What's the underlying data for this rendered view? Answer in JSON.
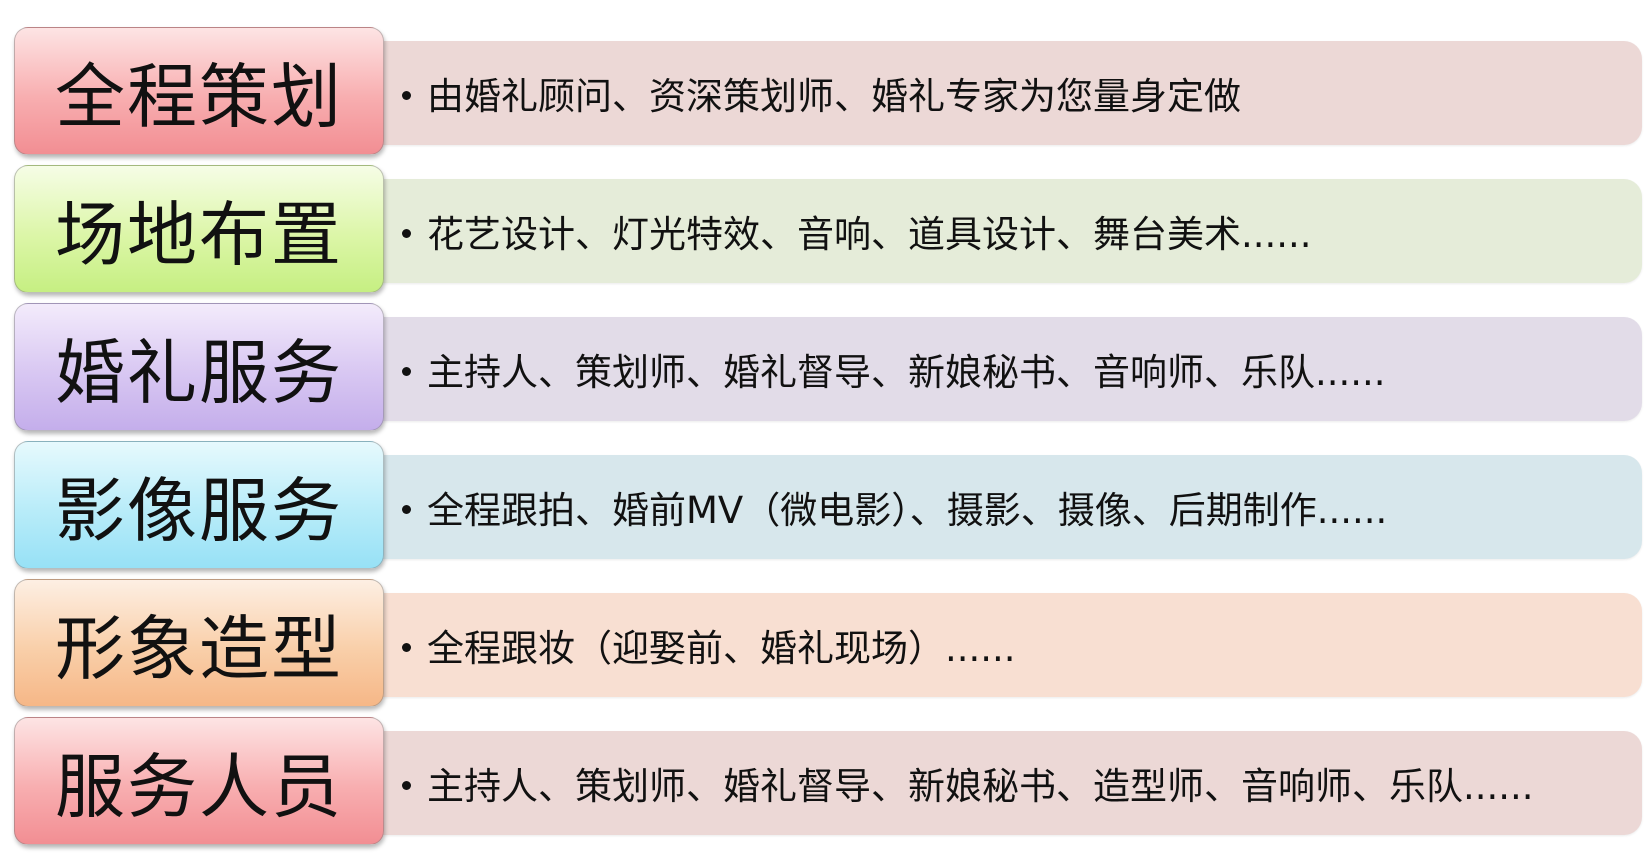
{
  "rows": [
    {
      "label": "全程策划",
      "text": "由婚礼顾问、资深策划师、婚礼专家为您量身定做",
      "theme": "red",
      "tab_color": "#f8aeb0",
      "bar_color": "#ecd8d6"
    },
    {
      "label": "场地布置",
      "text": "花艺设计、灯光特效、音响、道具设计、舞台美术......",
      "theme": "green",
      "tab_color": "#dcf6a8",
      "bar_color": "#e5ecd9"
    },
    {
      "label": "婚礼服务",
      "text": "主持人、策划师、婚礼督导、新娘秘书、音响师、乐队......",
      "theme": "purple",
      "tab_color": "#d8c7f2",
      "bar_color": "#e2dce8"
    },
    {
      "label": "影像服务",
      "text": "全程跟拍、婚前MV（微电影）、摄影、摄像、后期制作......",
      "theme": "blue",
      "tab_color": "#b8ecf9",
      "bar_color": "#d7e7ec"
    },
    {
      "label": "形象造型",
      "text": "全程跟妆（迎娶前、婚礼现场）......",
      "theme": "orange",
      "tab_color": "#f9cfa9",
      "bar_color": "#f8dfd2"
    },
    {
      "label": "服务人员",
      "text": "主持人、策划师、婚礼督导、新娘秘书、造型师、音响师、乐队......",
      "theme": "pink",
      "tab_color": "#f8aeb0",
      "bar_color": "#ecd8d6"
    }
  ]
}
